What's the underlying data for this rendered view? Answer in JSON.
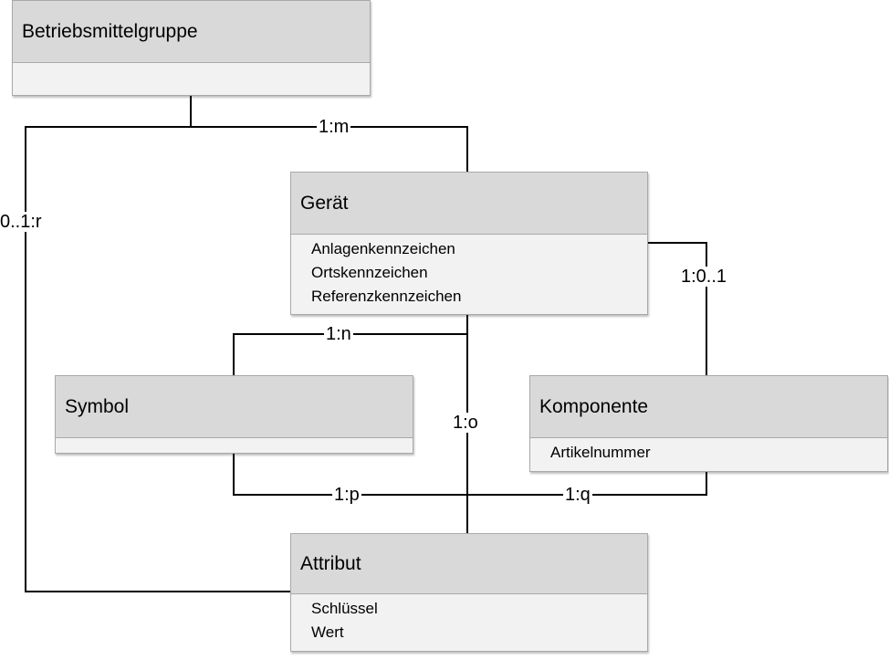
{
  "entities": {
    "betriebsmittelgruppe": {
      "title": "Betriebsmittelgruppe",
      "attributes": []
    },
    "geraet": {
      "title": "Gerät",
      "attributes": [
        "Anlagenkennzeichen",
        "Ortskennzeichen",
        "Referenzkennzeichen"
      ]
    },
    "symbol": {
      "title": "Symbol",
      "attributes": []
    },
    "komponente": {
      "title": "Komponente",
      "attributes": [
        "Artikelnummer"
      ]
    },
    "attribut": {
      "title": "Attribut",
      "attributes": [
        "Schlüssel",
        "Wert"
      ]
    }
  },
  "relations": {
    "gruppe_geraet": "1:m",
    "gruppe_attribut": "0..1:r",
    "geraet_komponente": "1:0..1",
    "geraet_symbol": "1:n",
    "geraet_attribut": "1:o",
    "symbol_attribut": "1:p",
    "komponente_attribut": "1:q"
  }
}
